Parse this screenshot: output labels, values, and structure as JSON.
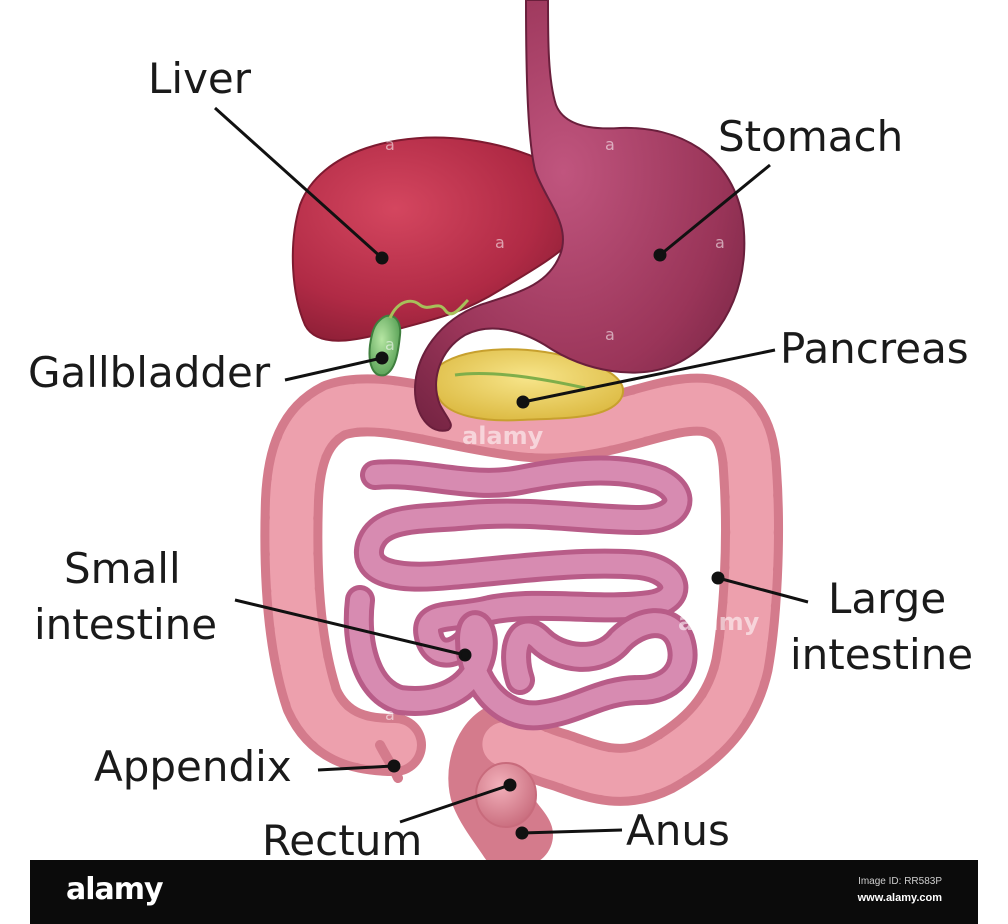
{
  "labels": {
    "liver": "Liver",
    "stomach": "Stomach",
    "gallbladder": "Gallbladder",
    "pancreas": "Pancreas",
    "small_intestine_1": "Small",
    "small_intestine_2": "intestine",
    "large_intestine_1": "Large",
    "large_intestine_2": "intestine",
    "appendix": "Appendix",
    "rectum": "Rectum",
    "anus": "Anus"
  },
  "watermark": {
    "mark": "a",
    "word": "alamy"
  },
  "footer": {
    "logo": "alamy",
    "image_id": "Image ID: RR583P",
    "site": "www.alamy.com"
  },
  "colors": {
    "liver": "#b02a45",
    "stomach": "#9a3559",
    "gallbladder": "#7bc47a",
    "pancreas": "#e9cf5a",
    "large_intestine": "#de8a98",
    "small_intestine": "#c9739a",
    "pointer": "#111111"
  }
}
